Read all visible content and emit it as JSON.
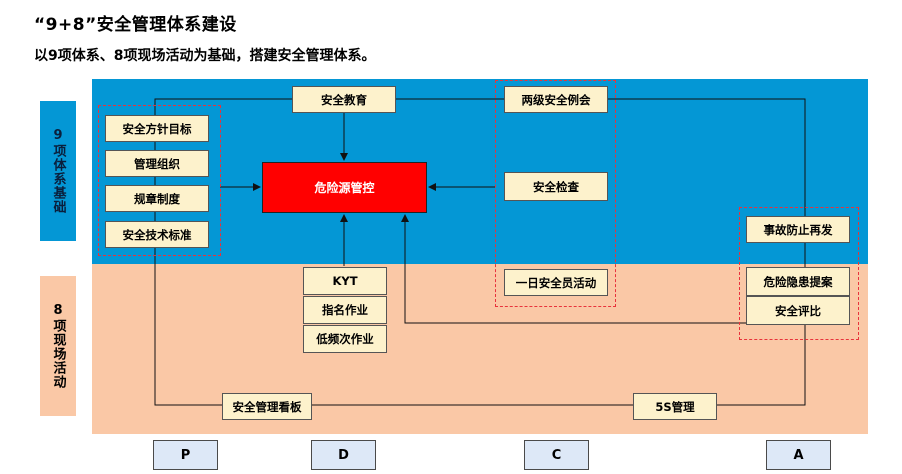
{
  "title": "“9+8”安全管理体系建设",
  "subtitle": "以9项体系、8项现场活动为基础，搭建安全管理体系。",
  "bands": {
    "system_label": "9项体系基础",
    "field_label": "8项现场活动"
  },
  "center": "危险源管控",
  "nodes": {
    "safety_education": "安全教育",
    "two_level_meeting": "两级安全例会",
    "safety_policy": "安全方针目标",
    "management_org": "管理组织",
    "rules": "规章制度",
    "safety_standards": "安全技术标准",
    "safety_inspection": "安全检查",
    "accident_prevention": "事故防止再发",
    "kyt": "KYT",
    "point_call": "指名作业",
    "low_freq_work": "低频次作业",
    "safety_officer_day": "一日安全员活动",
    "hazard_proposal": "危险隐患提案",
    "safety_evaluation": "安全评比",
    "management_board": "安全管理看板",
    "five_s": "5S管理"
  },
  "pdca": {
    "p": "P",
    "d": "D",
    "c": "C",
    "a": "A"
  },
  "colors": {
    "upper_band": "#0497d5",
    "lower_band": "#fac8a6",
    "box_fill": "#fdf2cc",
    "center_fill": "#ff0000",
    "dashed_border": "#e8333b",
    "pdca_fill": "#dde8f7"
  }
}
